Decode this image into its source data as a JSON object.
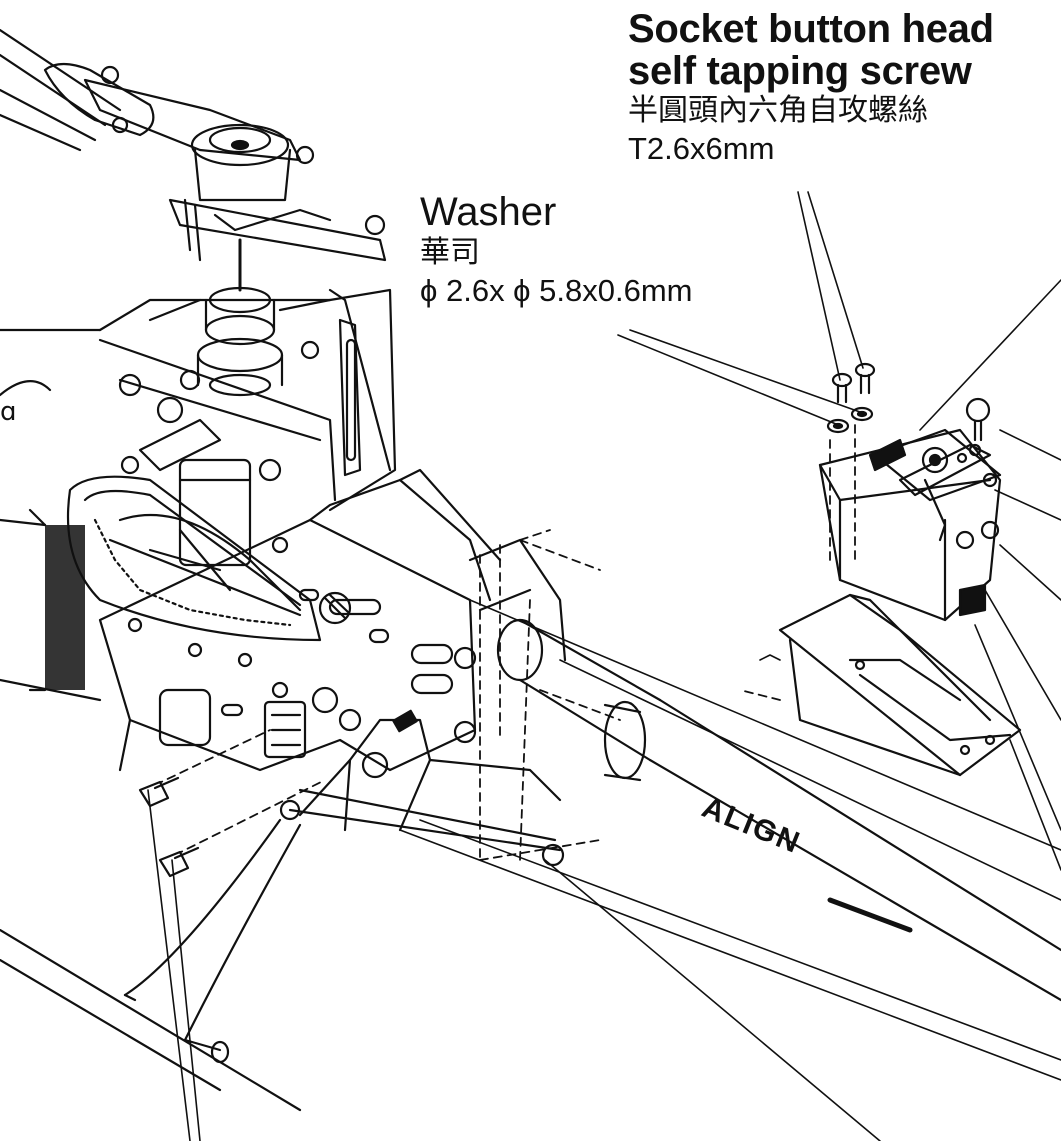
{
  "screw": {
    "name_line1": "Socket button head",
    "name_line2": "self tapping screw",
    "name_zh": "半圓頭內六角自攻螺絲",
    "size": "T2.6x6mm"
  },
  "washer": {
    "name": "Washer",
    "name_zh": "華司",
    "size": "ϕ 2.6x ϕ 5.8x0.6mm"
  },
  "drawing": {
    "brand_mark": "ALIGN",
    "line_color": "#111111",
    "background": "#ffffff"
  }
}
